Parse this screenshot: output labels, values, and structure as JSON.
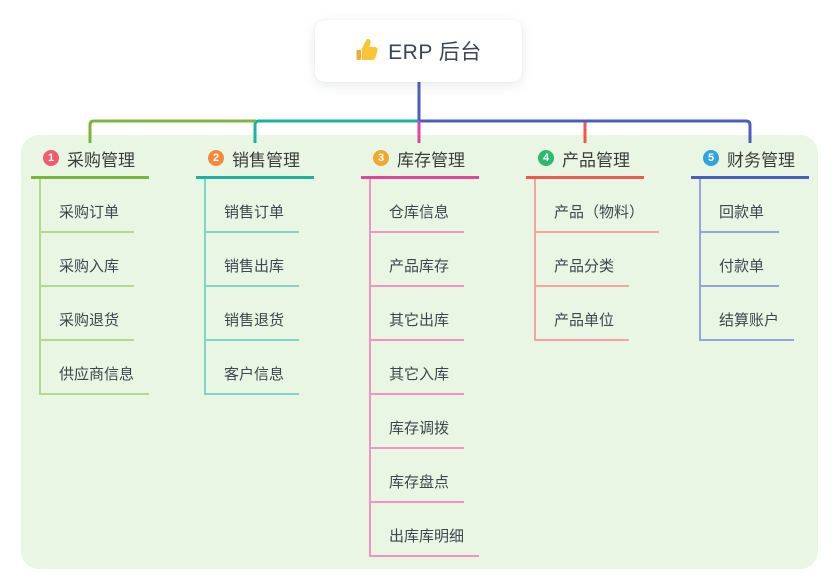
{
  "root": {
    "title": "ERP 后台",
    "icon": "thumbs-up-icon",
    "connector_color": "#4a5dc5"
  },
  "panel": {
    "background": "#e8f6e3"
  },
  "branches": [
    {
      "number": "1",
      "title": "采购管理",
      "badge_color": "#ee5c6e",
      "line_color": "#7cb53e",
      "sub_line_color": "#b3da8b",
      "items": [
        "采购订单",
        "采购入库",
        "采购退货",
        "供应商信息"
      ]
    },
    {
      "number": "2",
      "title": "销售管理",
      "badge_color": "#f6883c",
      "line_color": "#17b3a3",
      "sub_line_color": "#7fd5c8",
      "items": [
        "销售订单",
        "销售出库",
        "销售退货",
        "客户信息"
      ]
    },
    {
      "number": "3",
      "title": "库存管理",
      "badge_color": "#f2a72e",
      "line_color": "#e0459e",
      "sub_line_color": "#f392c5",
      "items": [
        "仓库信息",
        "产品库存",
        "其它出库",
        "其它入库",
        "库存调拨",
        "库存盘点",
        "出库库明细"
      ]
    },
    {
      "number": "4",
      "title": "产品管理",
      "badge_color": "#2bbb6e",
      "line_color": "#f1564f",
      "sub_line_color": "#f7a49e",
      "items": [
        "产品（物料）",
        "产品分类",
        "产品单位"
      ]
    },
    {
      "number": "5",
      "title": "财务管理",
      "badge_color": "#2fa5dd",
      "line_color": "#4a5dc5",
      "sub_line_color": "#94a5dc",
      "items": [
        "回款单",
        "付款单",
        "结算账户"
      ]
    }
  ]
}
